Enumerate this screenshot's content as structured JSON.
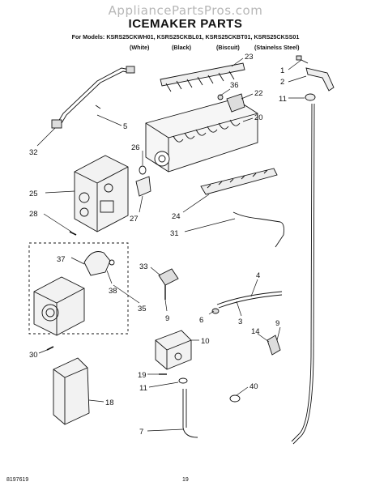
{
  "watermark": "AppliancePartsPros.com",
  "title": "ICEMAKER PARTS",
  "models": "For Models: KSRS25CKWH01, KSRS25CKBL01, KSRS25CKBT01, KSRS25CKSS01",
  "variants": [
    "(White)",
    "(Black)",
    "(Biscuit)",
    "(Stainelss Steel)"
  ],
  "footer": {
    "doc_number": "8197619",
    "page": "19"
  },
  "callouts": [
    "1",
    "2",
    "11",
    "23",
    "36",
    "22",
    "20",
    "5",
    "32",
    "26",
    "25",
    "28",
    "27",
    "24",
    "31",
    "37",
    "33",
    "4",
    "38",
    "35",
    "9",
    "6",
    "3",
    "10",
    "14",
    "30",
    "19",
    "11",
    "40",
    "18",
    "7"
  ]
}
